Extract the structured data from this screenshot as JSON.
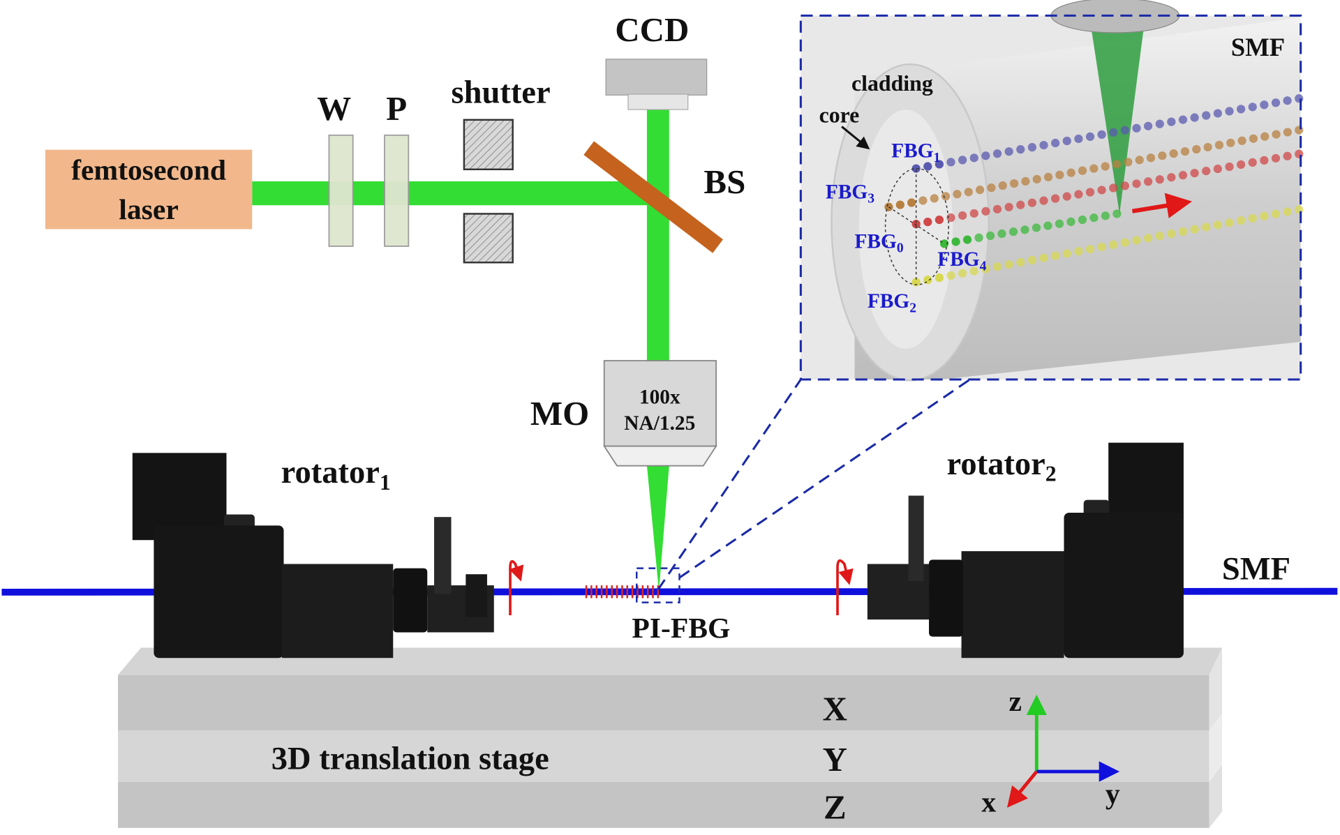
{
  "optics": {
    "laser_line1": "femtosecond",
    "laser_line2": "laser",
    "waveplate": "W",
    "polarizer": "P",
    "shutter": "shutter",
    "ccd": "CCD",
    "beam_splitter": "BS",
    "objective": "MO",
    "objective_mag": "100x",
    "objective_na": "NA/1.25"
  },
  "stage": {
    "rotator1": "rotator",
    "rotator1_sub": "1",
    "rotator2": "rotator",
    "rotator2_sub": "2",
    "fiber": "SMF",
    "grating": "PI-FBG",
    "stage_label": "3D translation stage",
    "axis_X": "X",
    "axis_Y": "Y",
    "axis_Z": "Z",
    "coord_z": "z",
    "coord_y": "y",
    "coord_x": "x"
  },
  "inset": {
    "fiber": "SMF",
    "cladding": "cladding",
    "core": "core",
    "fbg": "FBG",
    "fbg0_sub": "0",
    "fbg1_sub": "1",
    "fbg2_sub": "2",
    "fbg3_sub": "3",
    "fbg4_sub": "4"
  },
  "colors": {
    "beam": "#33dd33",
    "fiber": "#1010dd",
    "laser_box": "#f2b88c",
    "beam_splitter": "#c4621e",
    "grating": "#e02020",
    "inset_border": "#1a2aa8",
    "fbg0": "#d04848",
    "fbg1": "#5a5ab0",
    "fbg2": "#d8d850",
    "fbg3": "#b88040",
    "fbg4": "#3cb83c"
  }
}
